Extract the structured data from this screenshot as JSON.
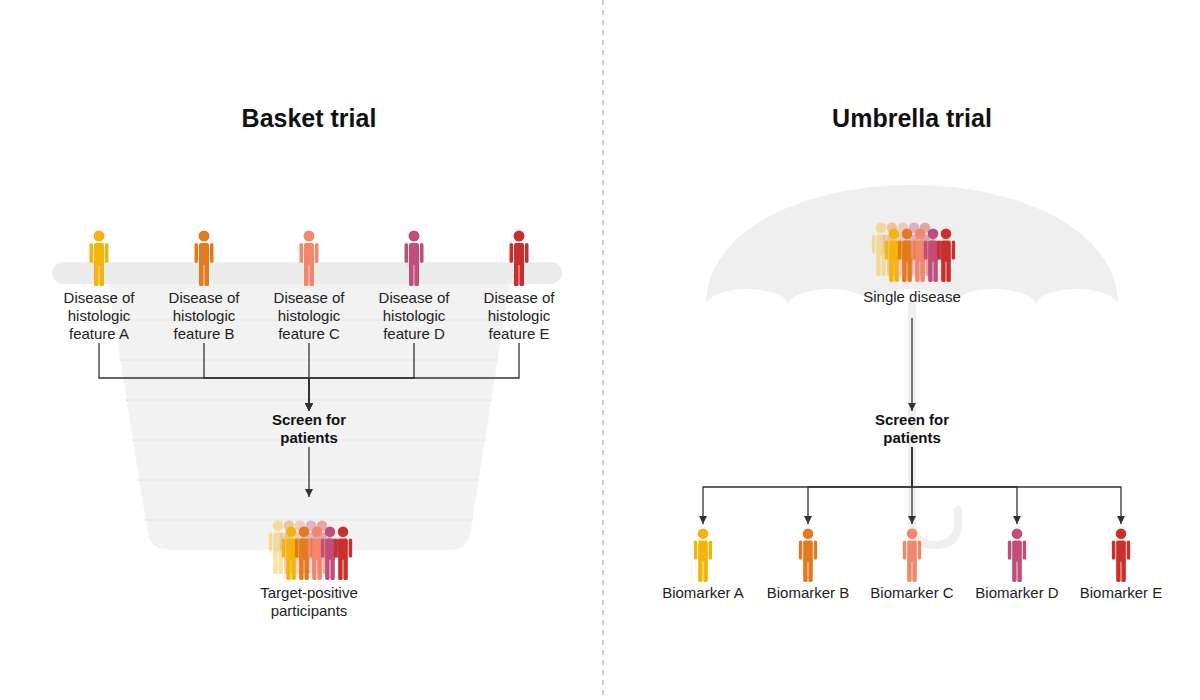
{
  "diagram": {
    "nodes": [
      {
        "text": [
          "Basket trial"
        ]
      },
      {
        "text": [
          "Disease of histologic feature A"
        ],
        "in": 0
      },
      {
        "text": [
          "Disease of histologic feature B"
        ],
        "in": 0
      },
      {
        "text": [
          "Disease of histologic feature C"
        ],
        "in": 0
      },
      {
        "text": [
          "Disease of histologic feature D"
        ],
        "in": 0
      },
      {
        "text": [
          "Disease of histologic feature E"
        ],
        "in": 0
      },
      {
        "text": [
          "Screen for patients"
        ],
        "in": 0
      },
      {
        "text": [
          "Target-positive participants"
        ],
        "in": 0
      },
      {
        "text": [
          "Umbrella trial"
        ]
      },
      {
        "text": [
          "Single disease"
        ],
        "in": 8
      },
      {
        "text": [
          "Screen for patients"
        ],
        "in": 8
      },
      {
        "text": [
          "Biomarker A"
        ],
        "in": 8
      },
      {
        "text": [
          "Biomarker B"
        ],
        "in": 8
      },
      {
        "text": [
          "Biomarker C"
        ],
        "in": 8
      },
      {
        "text": [
          "Biomarker D"
        ],
        "in": 8
      },
      {
        "text": [
          "Biomarker E"
        ],
        "in": 8
      }
    ],
    "edges": [
      {
        "from": 1,
        "to": 6,
        "arrow": "to"
      },
      {
        "from": 2,
        "to": 6,
        "arrow": "to"
      },
      {
        "from": 3,
        "to": 6,
        "arrow": "to"
      },
      {
        "from": 4,
        "to": 6,
        "arrow": "to"
      },
      {
        "from": 5,
        "to": 6,
        "arrow": "to"
      },
      {
        "from": 6,
        "to": 7,
        "arrow": "to"
      },
      {
        "from": 9,
        "to": 10,
        "arrow": "to"
      },
      {
        "from": 10,
        "to": 11,
        "arrow": "to"
      },
      {
        "from": 10,
        "to": 12,
        "arrow": "to"
      },
      {
        "from": 10,
        "to": 13,
        "arrow": "to"
      },
      {
        "from": 10,
        "to": 14,
        "arrow": "to"
      },
      {
        "from": 10,
        "to": 15,
        "arrow": "to"
      }
    ]
  }
}
